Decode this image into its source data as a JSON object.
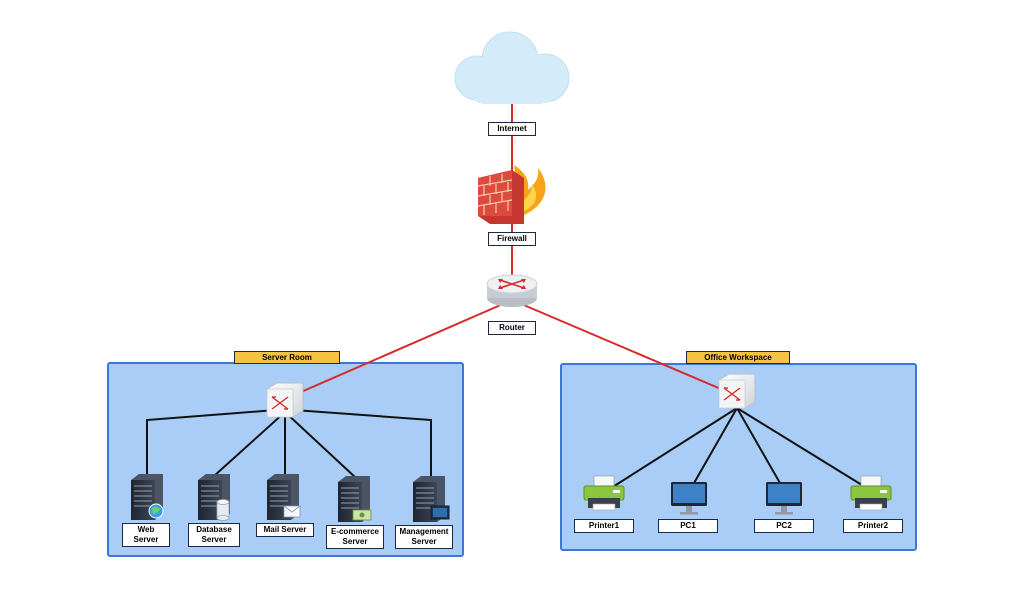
{
  "labels": {
    "internet": "Internet",
    "firewall": "Firewall",
    "router": "Router"
  },
  "zones": {
    "server_room": {
      "title": "Server Room",
      "devices": [
        {
          "line1": "Web",
          "line2": "Server"
        },
        {
          "line1": "Database",
          "line2": "Server"
        },
        {
          "line1": "Mail Server",
          "line2": ""
        },
        {
          "line1": "E-commerce",
          "line2": "Server"
        },
        {
          "line1": "Management",
          "line2": "Server"
        }
      ]
    },
    "office": {
      "title": "Office Workspace",
      "devices": [
        {
          "label": "Printer1"
        },
        {
          "label": "PC1"
        },
        {
          "label": "PC2"
        },
        {
          "label": "Printer2"
        }
      ]
    }
  },
  "colors": {
    "uplink": "#d62c2c",
    "lan": "#111111",
    "zone_fill": "#a9cdf6",
    "zone_border": "#3c78d8",
    "zone_title": "#f5c242",
    "cloud": "#d4ebf9"
  }
}
